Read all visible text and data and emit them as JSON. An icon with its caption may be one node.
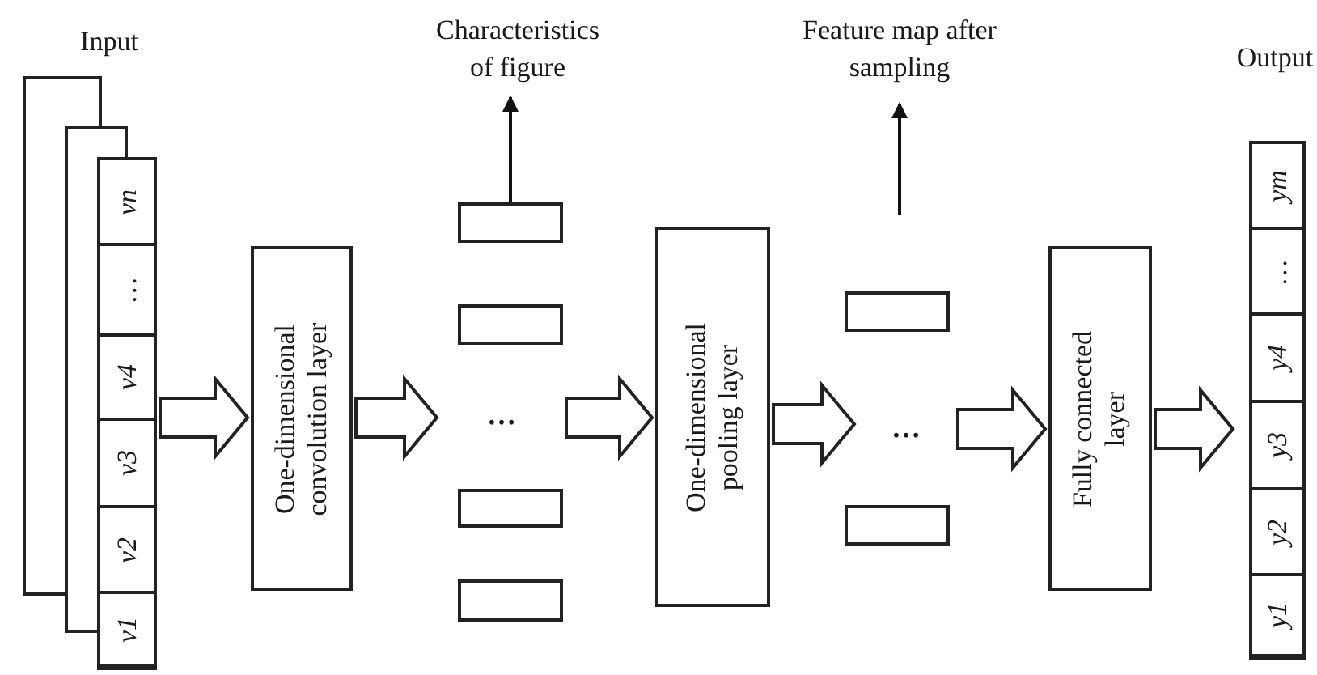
{
  "diagram": {
    "nodes": [
      {
        "text": [
          "Input"
        ]
      },
      {
        "text": [
          "vn"
        ],
        "in": 0
      },
      {
        "text": [
          "…"
        ],
        "in": 0
      },
      {
        "text": [
          "v4"
        ],
        "in": 0
      },
      {
        "text": [
          "v3"
        ],
        "in": 0
      },
      {
        "text": [
          "v2"
        ],
        "in": 0
      },
      {
        "text": [
          "v1"
        ],
        "in": 0
      },
      {
        "text": [
          "One-dimensional convolution layer"
        ]
      },
      {
        "text": [
          "Characteristics of figure"
        ]
      },
      {
        "text": [],
        "shape": "box"
      },
      {
        "text": [],
        "shape": "box"
      },
      {
        "text": [
          "…"
        ]
      },
      {
        "text": [],
        "shape": "box"
      },
      {
        "text": [],
        "shape": "box"
      },
      {
        "text": [
          "One-dimensional pooling layer"
        ]
      },
      {
        "text": [
          "Feature map after sampling"
        ]
      },
      {
        "text": [],
        "shape": "box"
      },
      {
        "text": [
          "…"
        ]
      },
      {
        "text": [],
        "shape": "box"
      },
      {
        "text": [
          "Fully connected layer"
        ]
      },
      {
        "text": [
          "Output"
        ]
      },
      {
        "text": [
          "ym"
        ],
        "in": 20
      },
      {
        "text": [
          "…"
        ],
        "in": 20
      },
      {
        "text": [
          "y4"
        ],
        "in": 20
      },
      {
        "text": [
          "y3"
        ],
        "in": 20
      },
      {
        "text": [
          "y2"
        ],
        "in": 20
      },
      {
        "text": [
          "y1"
        ],
        "in": 20
      }
    ],
    "edges": [
      {
        "from": 0,
        "to": 7,
        "arrow": "to"
      },
      {
        "from": 7,
        "to": 11,
        "arrow": "to"
      },
      {
        "from": 11,
        "to": 14,
        "arrow": "to"
      },
      {
        "from": 14,
        "to": 17,
        "arrow": "to"
      },
      {
        "from": 17,
        "to": 19,
        "arrow": "to"
      },
      {
        "from": 19,
        "to": 20,
        "arrow": "to"
      },
      {
        "from": 9,
        "to": 8,
        "arrow": "to"
      },
      {
        "from": null,
        "to": 15,
        "arrow": "to"
      }
    ]
  }
}
